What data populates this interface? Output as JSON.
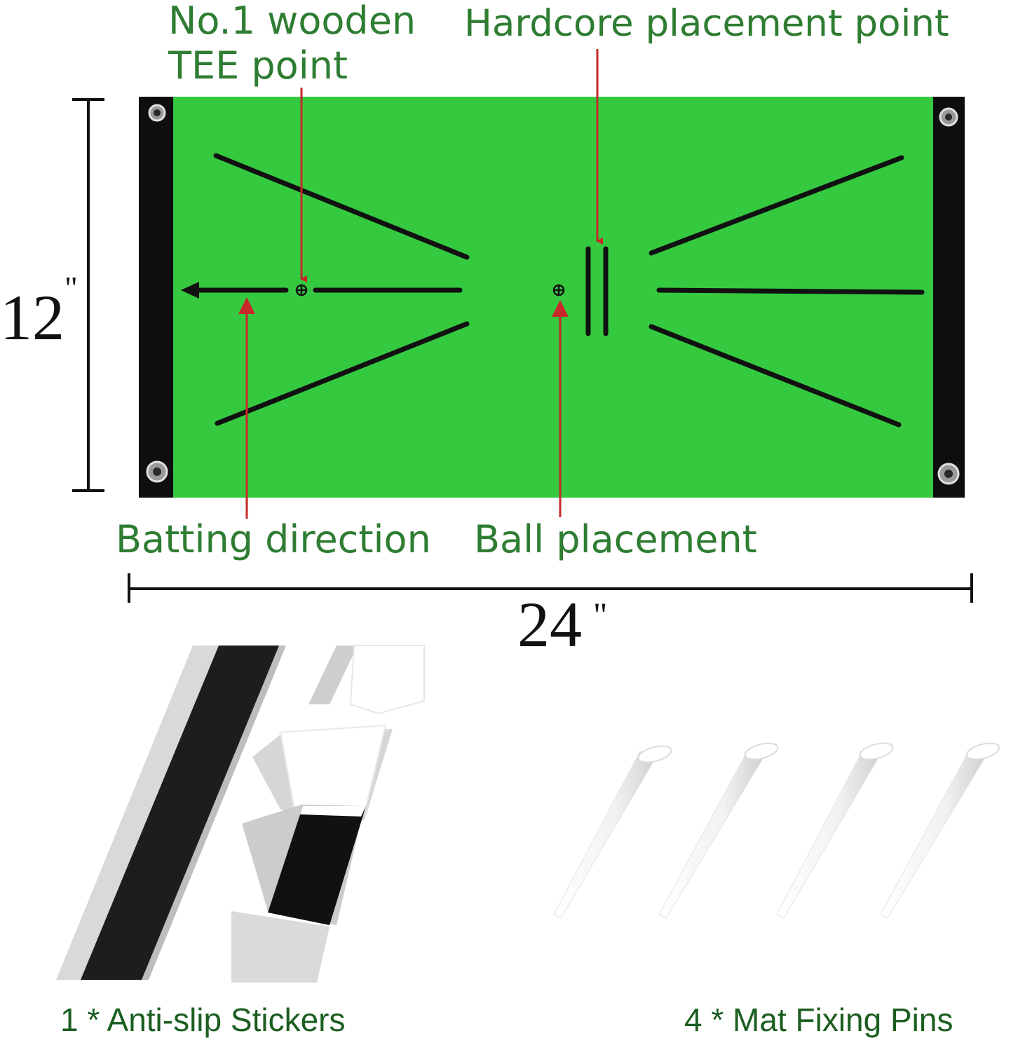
{
  "labels": {
    "tee_line1": "No.1 wooden",
    "tee_line2": "TEE point",
    "hardcore": "Hardcore placement point",
    "batting": "Batting direction",
    "ball": "Ball placement"
  },
  "dimensions": {
    "height": "12",
    "height_unit": "\"",
    "width": "24",
    "width_unit": "\""
  },
  "captions": {
    "stickers": "1 * Anti-slip Stickers",
    "pins": "4 * Mat Fixing Pins"
  },
  "colors": {
    "mat_green": "#35c93f",
    "mat_border": "#0e0e0e",
    "label_green": "#2e7d32",
    "arrow_red": "#b71c1c"
  }
}
